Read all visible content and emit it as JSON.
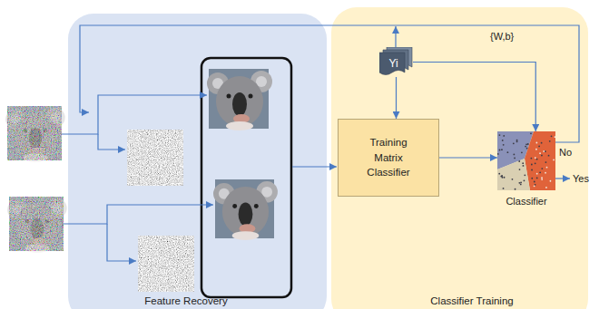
{
  "diagram": {
    "nodes": [
      {
        "text": [
          "Feature Recovery"
        ]
      },
      {
        "text": [
          "Classifier Training"
        ]
      },
      {
        "text": [
          "Yi"
        ],
        "in": 1
      },
      {
        "text": [
          "Training Matrix Classifier"
        ],
        "in": 1
      },
      {
        "text": [
          "Classifier"
        ],
        "in": 1
      }
    ],
    "edges": [
      {
        "from": 2,
        "to": 3,
        "arrow": "to"
      },
      {
        "from": 3,
        "to": 4,
        "arrow": "to"
      },
      {
        "from": 2,
        "to": 4,
        "arrow": "to"
      }
    ],
    "labels": [
      "{W,b}",
      "No",
      "Yes"
    ]
  }
}
